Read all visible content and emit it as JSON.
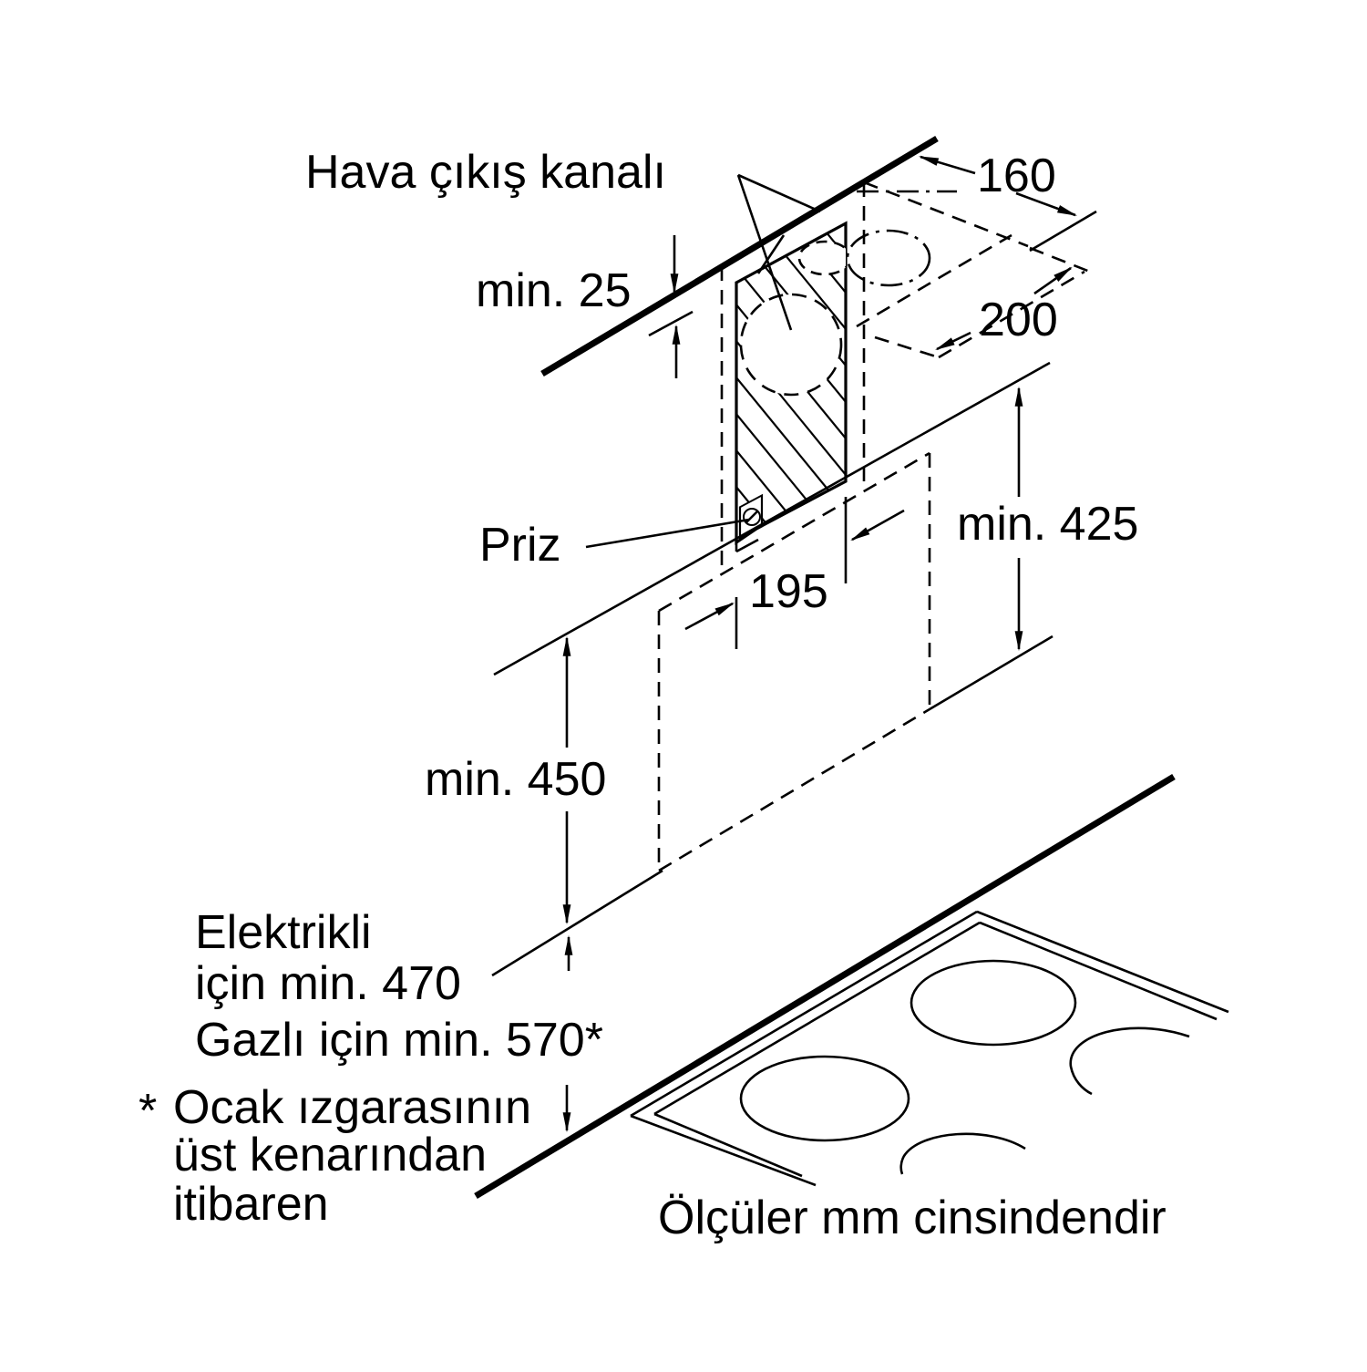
{
  "labels": {
    "air_outlet": "Hava çıkış kanalı",
    "dim_160": "160",
    "dim_200": "200",
    "min_25": "min. 25",
    "socket": "Priz",
    "dim_195": "195",
    "min_425": "min. 425",
    "min_450": "min. 450",
    "electric_line1": "Elektrikli",
    "electric_line2": "için min. 470",
    "gas_line": "Gazlı için min. 570*",
    "note_star": "*",
    "note_line1": "Ocak ızgarasının",
    "note_line2": "üst kenarından",
    "note_line3": "itibaren",
    "units_note": "Ölçüler mm cinsindendir"
  }
}
